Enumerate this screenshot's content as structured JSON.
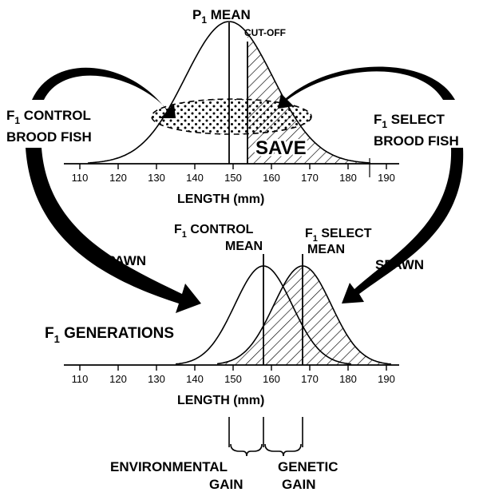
{
  "diagram": {
    "top": {
      "parent_mean_label": {
        "main": "P",
        "sub": "1",
        "rest": " MEAN"
      },
      "cutoff_label": "CUT-OFF",
      "save_label": "SAVE",
      "axis_label": "LENGTH (mm)",
      "ticks": [
        "110",
        "120",
        "130",
        "140",
        "150",
        "160",
        "170",
        "180",
        "190"
      ]
    },
    "left_label": {
      "line1_main": "F",
      "line1_sub": "1",
      "line1_rest": " CONTROL",
      "line2": "BROOD FISH"
    },
    "right_label": {
      "line1_main": "F",
      "line1_sub": "1",
      "line1_rest": " SELECT",
      "line2": "BROOD FISH"
    },
    "spawn_left": "SPAWN",
    "spawn_right": "SPAWN",
    "bottom": {
      "control_mean_label": {
        "main": "F",
        "sub": "1",
        "rest": " CONTROL",
        "line2": "MEAN"
      },
      "select_mean_label": {
        "main": "F",
        "sub": "1",
        "rest": " SELECT",
        "line2": "MEAN"
      },
      "generations_label": {
        "main": "F",
        "sub": "1",
        "rest": " GENERATIONS"
      },
      "axis_label": "LENGTH (mm)",
      "ticks": [
        "110",
        "120",
        "130",
        "140",
        "150",
        "160",
        "170",
        "180",
        "190"
      ]
    },
    "gains": {
      "environmental": {
        "line1": "ENVIRONMENTAL",
        "line2": "GAIN"
      },
      "genetic": {
        "line1": "GENETIC",
        "line2": "GAIN"
      }
    }
  }
}
